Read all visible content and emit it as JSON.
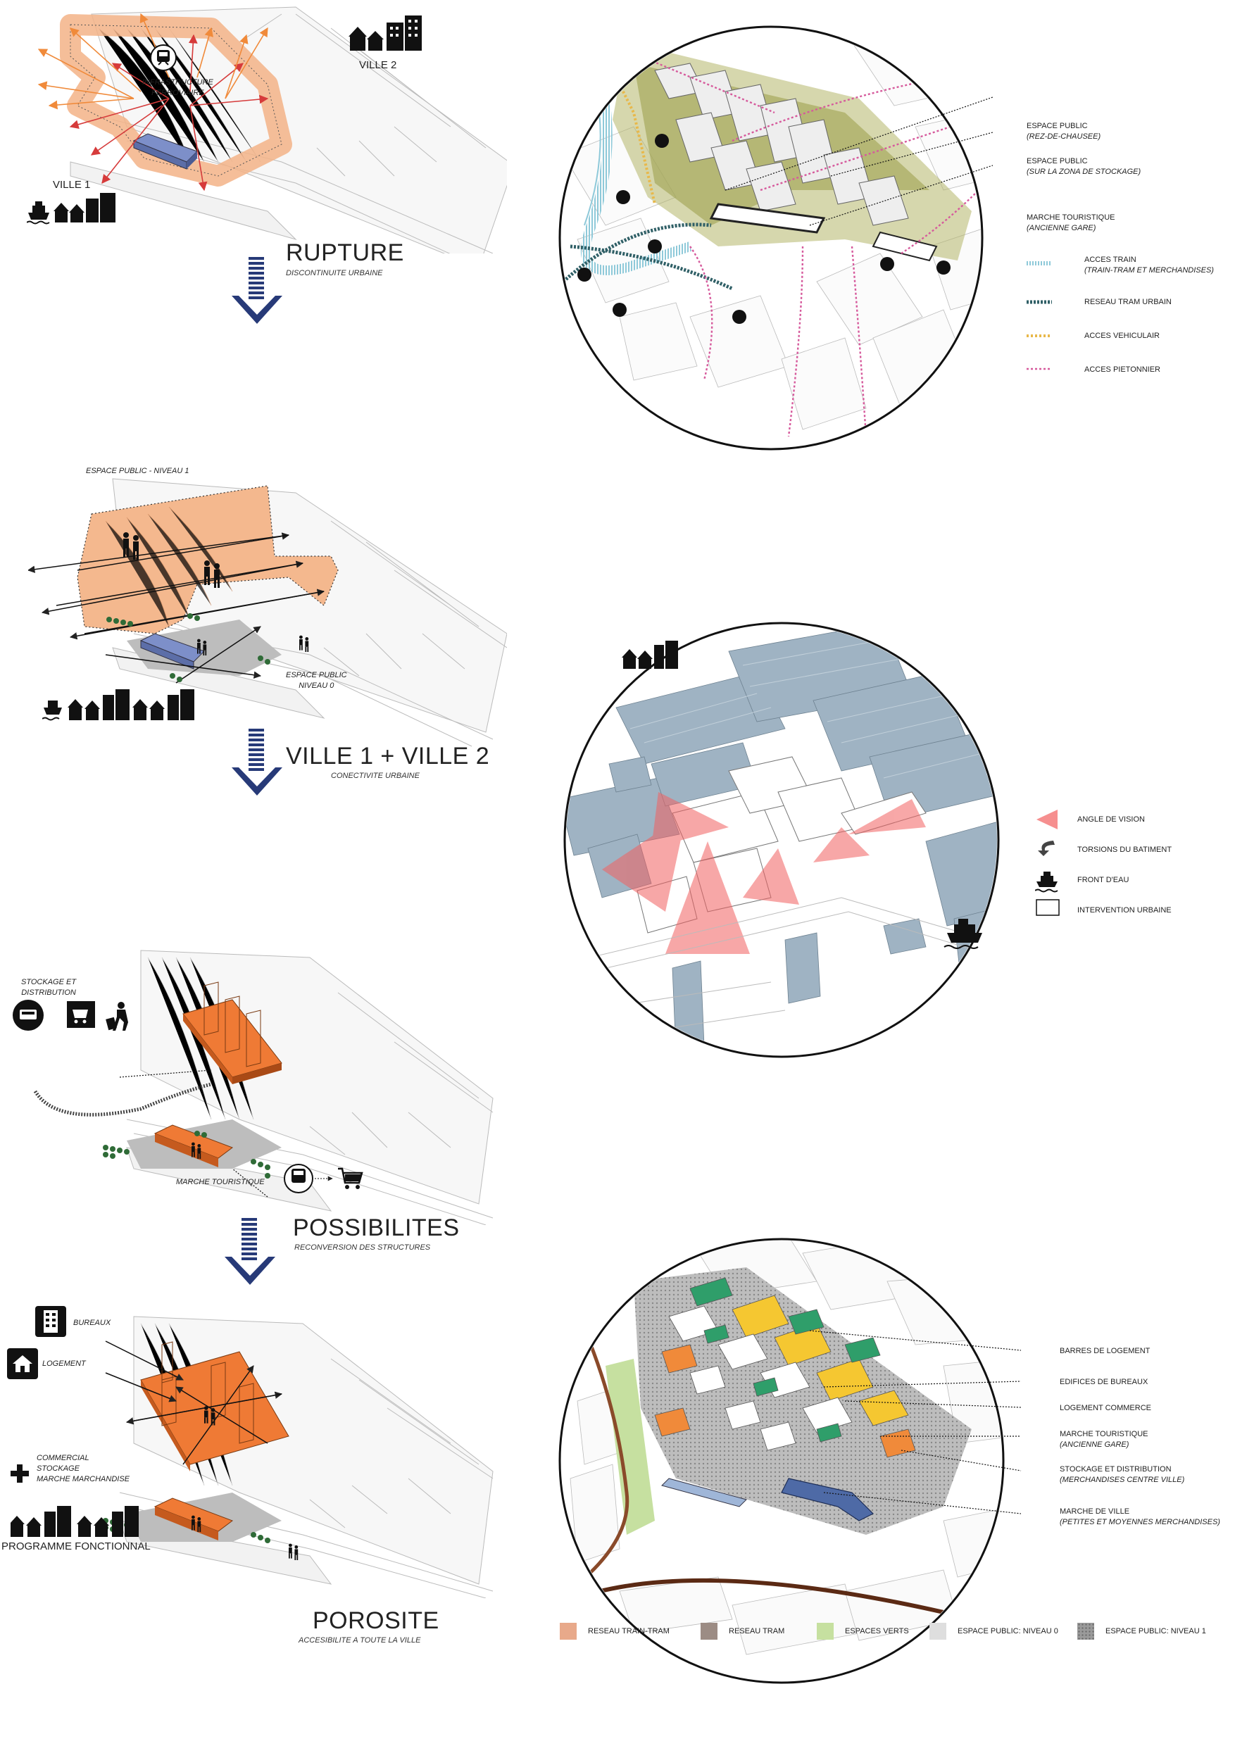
{
  "panel1": {
    "ville2": "VILLE 2",
    "ville1": "VILLE 1",
    "infra_line1": "INFRASTRUCTURE",
    "infra_line2": "FERROVIAIRE",
    "title": "RUPTURE",
    "subtitle": "DISCONTINUITE URBAINE"
  },
  "panel2": {
    "label_top": "ESPACE PUBLIC - NIVEAU 1",
    "label_bottom_1": "ESPACE PUBLIC",
    "label_bottom_2": "NIVEAU 0",
    "title": "VILLE 1 + VILLE 2",
    "subtitle": "CONECTIVITE URBAINE"
  },
  "panel3": {
    "stock_1": "STOCKAGE ET",
    "stock_2": "DISTRIBUTION",
    "marche": "MARCHE TOURISTIQUE",
    "title": "POSSIBILITES",
    "subtitle": "RECONVERSION DES STRUCTURES"
  },
  "panel4": {
    "bureaux": "BUREAUX",
    "logement": "LOGEMENT",
    "commercial_1": "COMMERCIAL",
    "commercial_2": "STOCKAGE",
    "commercial_3": "MARCHE MARCHANDISE",
    "programme": "PROGRAMME FONCTIONNAL",
    "title": "POROSITE",
    "subtitle": "ACCESIBILITE A TOUTE LA VILLE"
  },
  "circle1": {
    "labels": [
      {
        "main": "ESPACE PUBLIC",
        "sub": "(REZ-DE-CHAUSEE)"
      },
      {
        "main": "ESPACE PUBLIC",
        "sub": "(SUR LA ZONA DE STOCKAGE)"
      },
      {
        "main": "MARCHE TOURISTIQUE",
        "sub": "(ANCIENNE GARE)"
      }
    ],
    "legend": [
      {
        "main": "ACCES TRAIN",
        "sub": "(TRAIN-TRAM ET MERCHANDISES)",
        "color": "#8ec9d9"
      },
      {
        "main": "RESEAU TRAM URBAIN",
        "sub": "",
        "color": "#2f5f66"
      },
      {
        "main": "ACCES VEHICULAIR",
        "sub": "",
        "color": "#e8b84a"
      },
      {
        "main": "ACCES PIETONNIER",
        "sub": "",
        "color": "#d65a9c"
      }
    ]
  },
  "circle2": {
    "legend": [
      {
        "label": "ANGLE DE VISION",
        "icon": "vision-angle-icon"
      },
      {
        "label": "TORSIONS DU BATIMENT",
        "icon": "torsion-arrow-icon"
      },
      {
        "label": "FRONT D'EAU",
        "icon": "boat-icon"
      },
      {
        "label": "INTERVENTION URBAINE",
        "icon": "outline-box-icon"
      }
    ]
  },
  "circle3": {
    "labels": [
      {
        "main": "BARRES DE LOGEMENT",
        "sub": ""
      },
      {
        "main": "EDIFICES DE BUREAUX",
        "sub": ""
      },
      {
        "main": "LOGEMENT COMMERCE",
        "sub": ""
      },
      {
        "main": "MARCHE TOURISTIQUE",
        "sub": "(ANCIENNE GARE)"
      },
      {
        "main": "STOCKAGE ET DISTRIBUTION",
        "sub": "(MERCHANDISES CENTRE VILLE)"
      },
      {
        "main": "MARCHE DE VILLE",
        "sub": "(PETITES ET MOYENNES MERCHANDISES)"
      }
    ]
  },
  "legend_bottom": [
    {
      "label": "RESEAU TRAIN-TRAM",
      "color": "#e8a98a"
    },
    {
      "label": "RESEAU TRAM",
      "color": "#9c8c84"
    },
    {
      "label": "ESPACES VERTS",
      "color": "#c6e0a0"
    },
    {
      "label": "ESPACE PUBLIC: NIVEAU 0",
      "color": "#dedede"
    },
    {
      "label": "ESPACE PUBLIC: NIVEAU 1",
      "color": "#9a9a9a"
    }
  ],
  "colors": {
    "orange_zone": "#f4b88e",
    "orange_solid": "#ef7a35",
    "blue_building": "#7d8fc9",
    "navy_arrow": "#273a78",
    "olive": "#b5b66a",
    "steel_blue": "#9fb3c3",
    "red_vision": "#f26060"
  }
}
